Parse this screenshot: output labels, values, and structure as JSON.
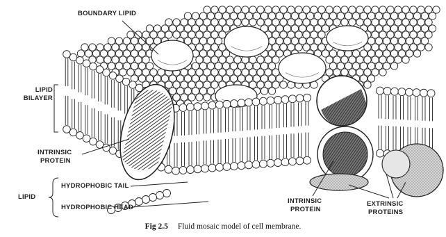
{
  "labels": {
    "boundary_lipid": "BOUNDARY LIPID",
    "lipid_bilayer_line1": "LIPID",
    "lipid_bilayer_line2": "BILAYER",
    "intrinsic_protein_left_line1": "INTRINSIC",
    "intrinsic_protein_left_line2": "PROTEIN",
    "lipid": "LIPID",
    "hydrophobic_tail": "HYDROPHOBIC TAIL",
    "hydrophobic_head": "HYDROPHOBIC HEAD",
    "intrinsic_protein_right_line1": "INTRINSIC",
    "intrinsic_protein_right_line2": "PROTEIN",
    "extrinsic_proteins_line1": "EXTRINSIC",
    "extrinsic_proteins_line2": "PROTEINS"
  },
  "caption": {
    "figure_number": "Fig 2.5",
    "text": "Fluid mosaic model of cell membrane."
  },
  "colors": {
    "ink": "#222222",
    "background": "#ffffff"
  }
}
